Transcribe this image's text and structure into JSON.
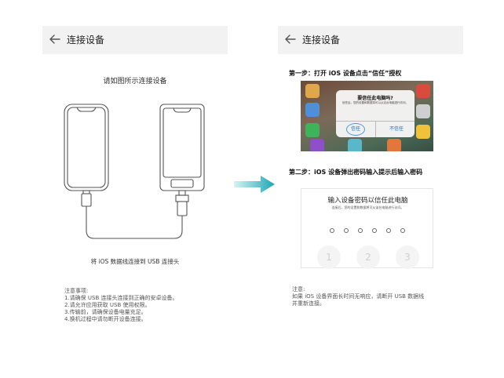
{
  "left_screen": {
    "header_title": "连接设备",
    "instruction": "请如图所示连接设备",
    "cable_caption": "将 iOS 数据线连接到 USB 连接头",
    "notes": [
      "注意事项:",
      "1.请确保 USB 连接头连接到正确的安卓设备。",
      "2.请允许应用获取 USB 使用权限。",
      "3.传输前，请确保设备电量充足。",
      "4.换机过程中请勿断开设备连接。"
    ]
  },
  "right_screen": {
    "header_title": "连接设备",
    "step1": "第一步：打开 iOS 设备点击“信任”授权",
    "trust_dialog": {
      "title": "要信任此电脑吗?",
      "body": "信任后，您的设置和数据将可以从这台电脑进行访问。",
      "trust_label": "信任",
      "distrust_label": "不信任"
    },
    "step2": "第二步：iOS 设备弹出密码输入提示后输入密码",
    "passcode": {
      "title": "输入设备密码以信任此电脑",
      "description": "连接后，您的设置和数据将可从该台电脑进行访问。",
      "keys": [
        "1",
        "2",
        "3"
      ]
    },
    "notes": [
      "注意:",
      "如果 iOS 设备界面长时间无响应，请断开 USB 数据线",
      "并重新连接。"
    ]
  },
  "colors": {
    "arrow_start": "#d8f2f4",
    "arrow_end": "#1aa7b5",
    "trust_button_ring": "#4a9be0",
    "header_bg": "#f2f2f2"
  },
  "icons": {
    "back": "arrow-left-icon",
    "next_step": "arrow-right-icon"
  }
}
